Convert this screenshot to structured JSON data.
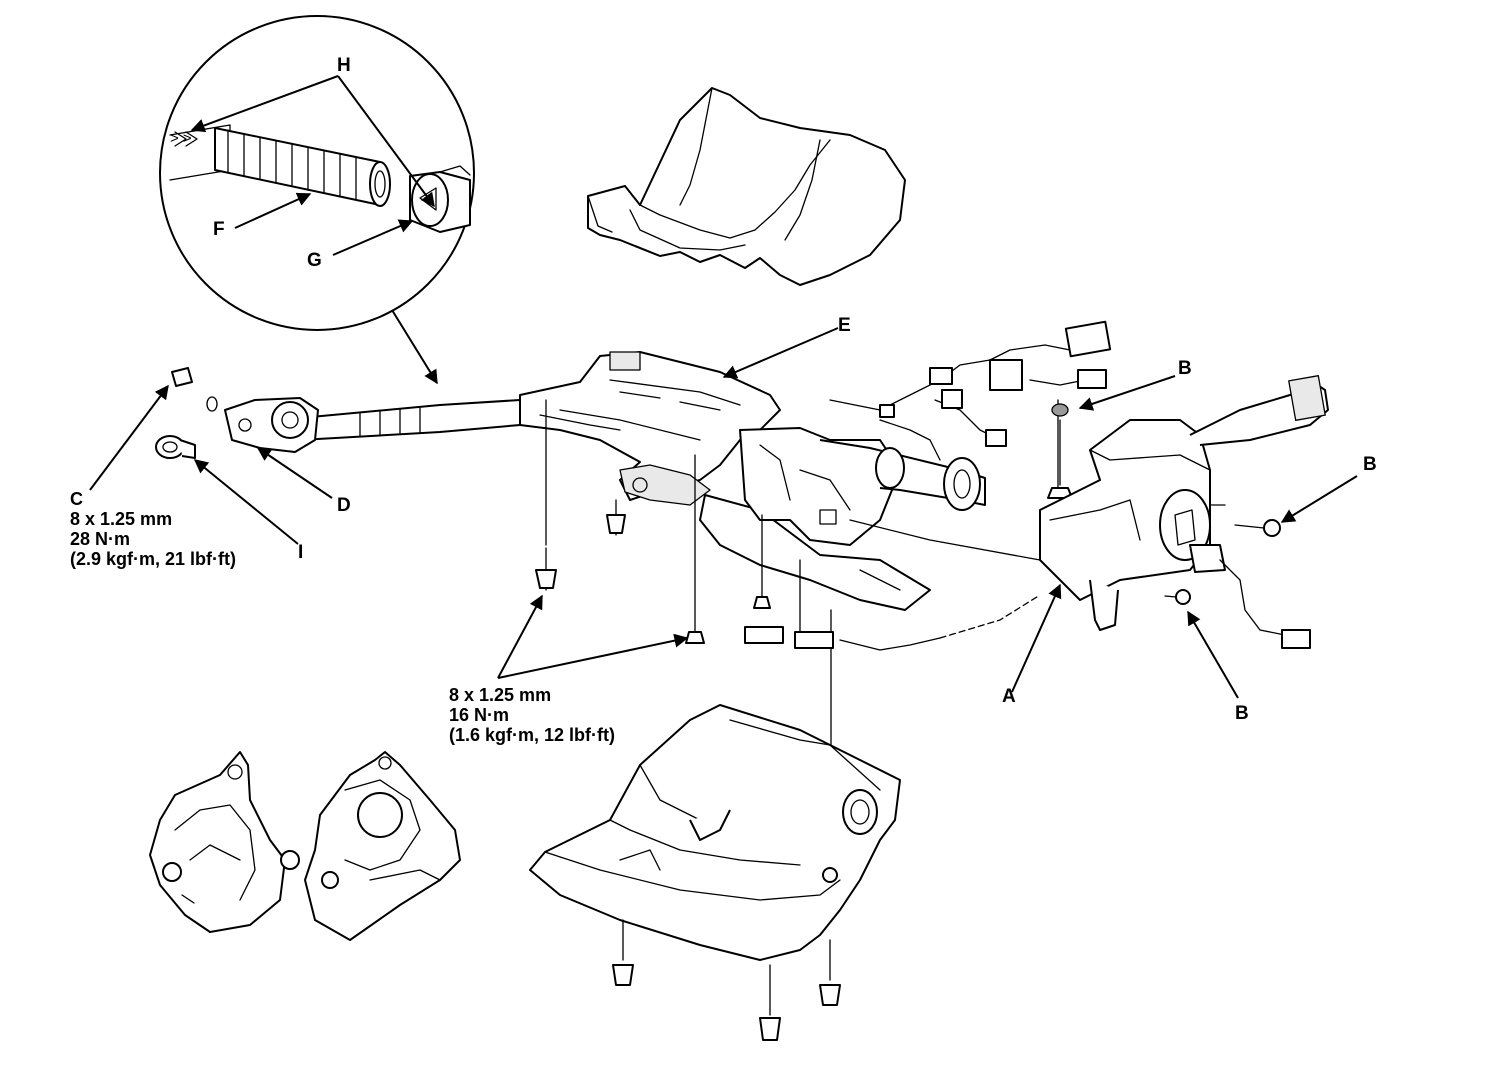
{
  "callouts": {
    "A": "A",
    "B1": "B",
    "B2": "B",
    "B3": "B",
    "C": "C",
    "D": "D",
    "E": "E",
    "F": "F",
    "G": "G",
    "H": "H",
    "I": "I"
  },
  "bolt_spec_c": {
    "size": "8 x 1.25 mm",
    "torque_nm": "28 N·m",
    "torque_alt": "(2.9 kgf·m, 21 lbf·ft)"
  },
  "bolt_spec_column": {
    "size": "8 x 1.25 mm",
    "torque_nm": "16 N·m",
    "torque_alt": "(1.6 kgf·m, 12 lbf·ft)"
  },
  "detail_marks": "> >"
}
